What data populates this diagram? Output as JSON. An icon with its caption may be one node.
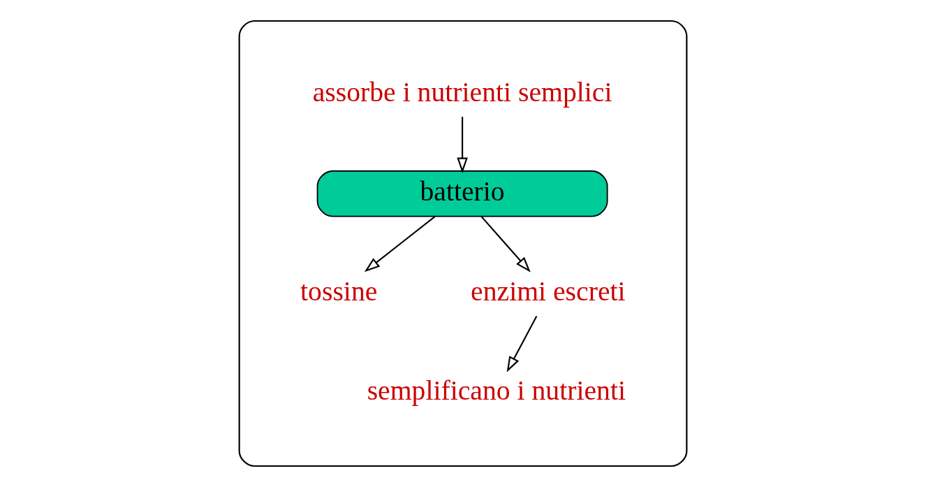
{
  "diagram": {
    "nodes": [
      {
        "text": [],
        "shape": "ellipse"
      },
      {
        "text": [
          "tossine"
        ],
        "in": 0
      },
      {
        "text": [
          "batterio"
        ],
        "in": 0
      },
      {
        "text": [
          "assorbe i nutrienti semplici"
        ],
        "in": 0
      },
      {
        "text": [
          "enzimi escreti"
        ],
        "in": 0
      },
      {
        "text": [
          "semplificano i nutrienti"
        ],
        "in": 0
      }
    ],
    "edges": [
      {
        "from": 2,
        "to": 1,
        "arrow": "to"
      },
      {
        "from": 3,
        "to": 2,
        "arrow": "to"
      },
      {
        "from": 2,
        "to": 4,
        "arrow": "to"
      },
      {
        "from": 4,
        "to": 5,
        "arrow": "to"
      }
    ]
  }
}
